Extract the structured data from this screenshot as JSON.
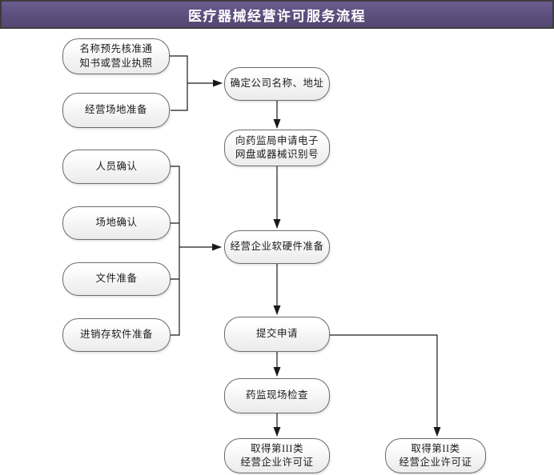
{
  "header": {
    "title": "医疗器械经营许可服务流程"
  },
  "colors": {
    "header_purple_top": "#6d5d90",
    "header_purple_bottom": "#544770",
    "header_border": "#3c3c3c",
    "title_text": "#ffffff",
    "node_border": "#6b6b6b",
    "node_fill_top": "#ffffff",
    "node_fill_bottom": "#ebebeb",
    "node_text": "#1c1c1c",
    "connector_line": "#1a1a1a"
  },
  "nodes": {
    "name_approval": {
      "label": "名称预先核准通\n知书或营业执照"
    },
    "site_prep": {
      "label": "经营场地准备"
    },
    "personnel_confirm": {
      "label": "人员确认"
    },
    "site_confirm": {
      "label": "场地确认"
    },
    "document_prep": {
      "label": "文件准备"
    },
    "inventory_software_prep": {
      "label": "进销存软件准备"
    },
    "company_name_address": {
      "label": "确定公司名称、地址"
    },
    "apply_device_id": {
      "label": "向药监局申请电子\n网盘或器械识别号"
    },
    "enterprise_hw_sw_prep": {
      "label": "经营企业软硬件准备"
    },
    "submit_application": {
      "label": "提交申请"
    },
    "onsite_inspection": {
      "label": "药监现场检查"
    },
    "class_iii_license": {
      "label": "取得第III类\n经营企业许可证"
    },
    "class_ii_license": {
      "label": "取得第II类\n经营企业许可证"
    }
  }
}
